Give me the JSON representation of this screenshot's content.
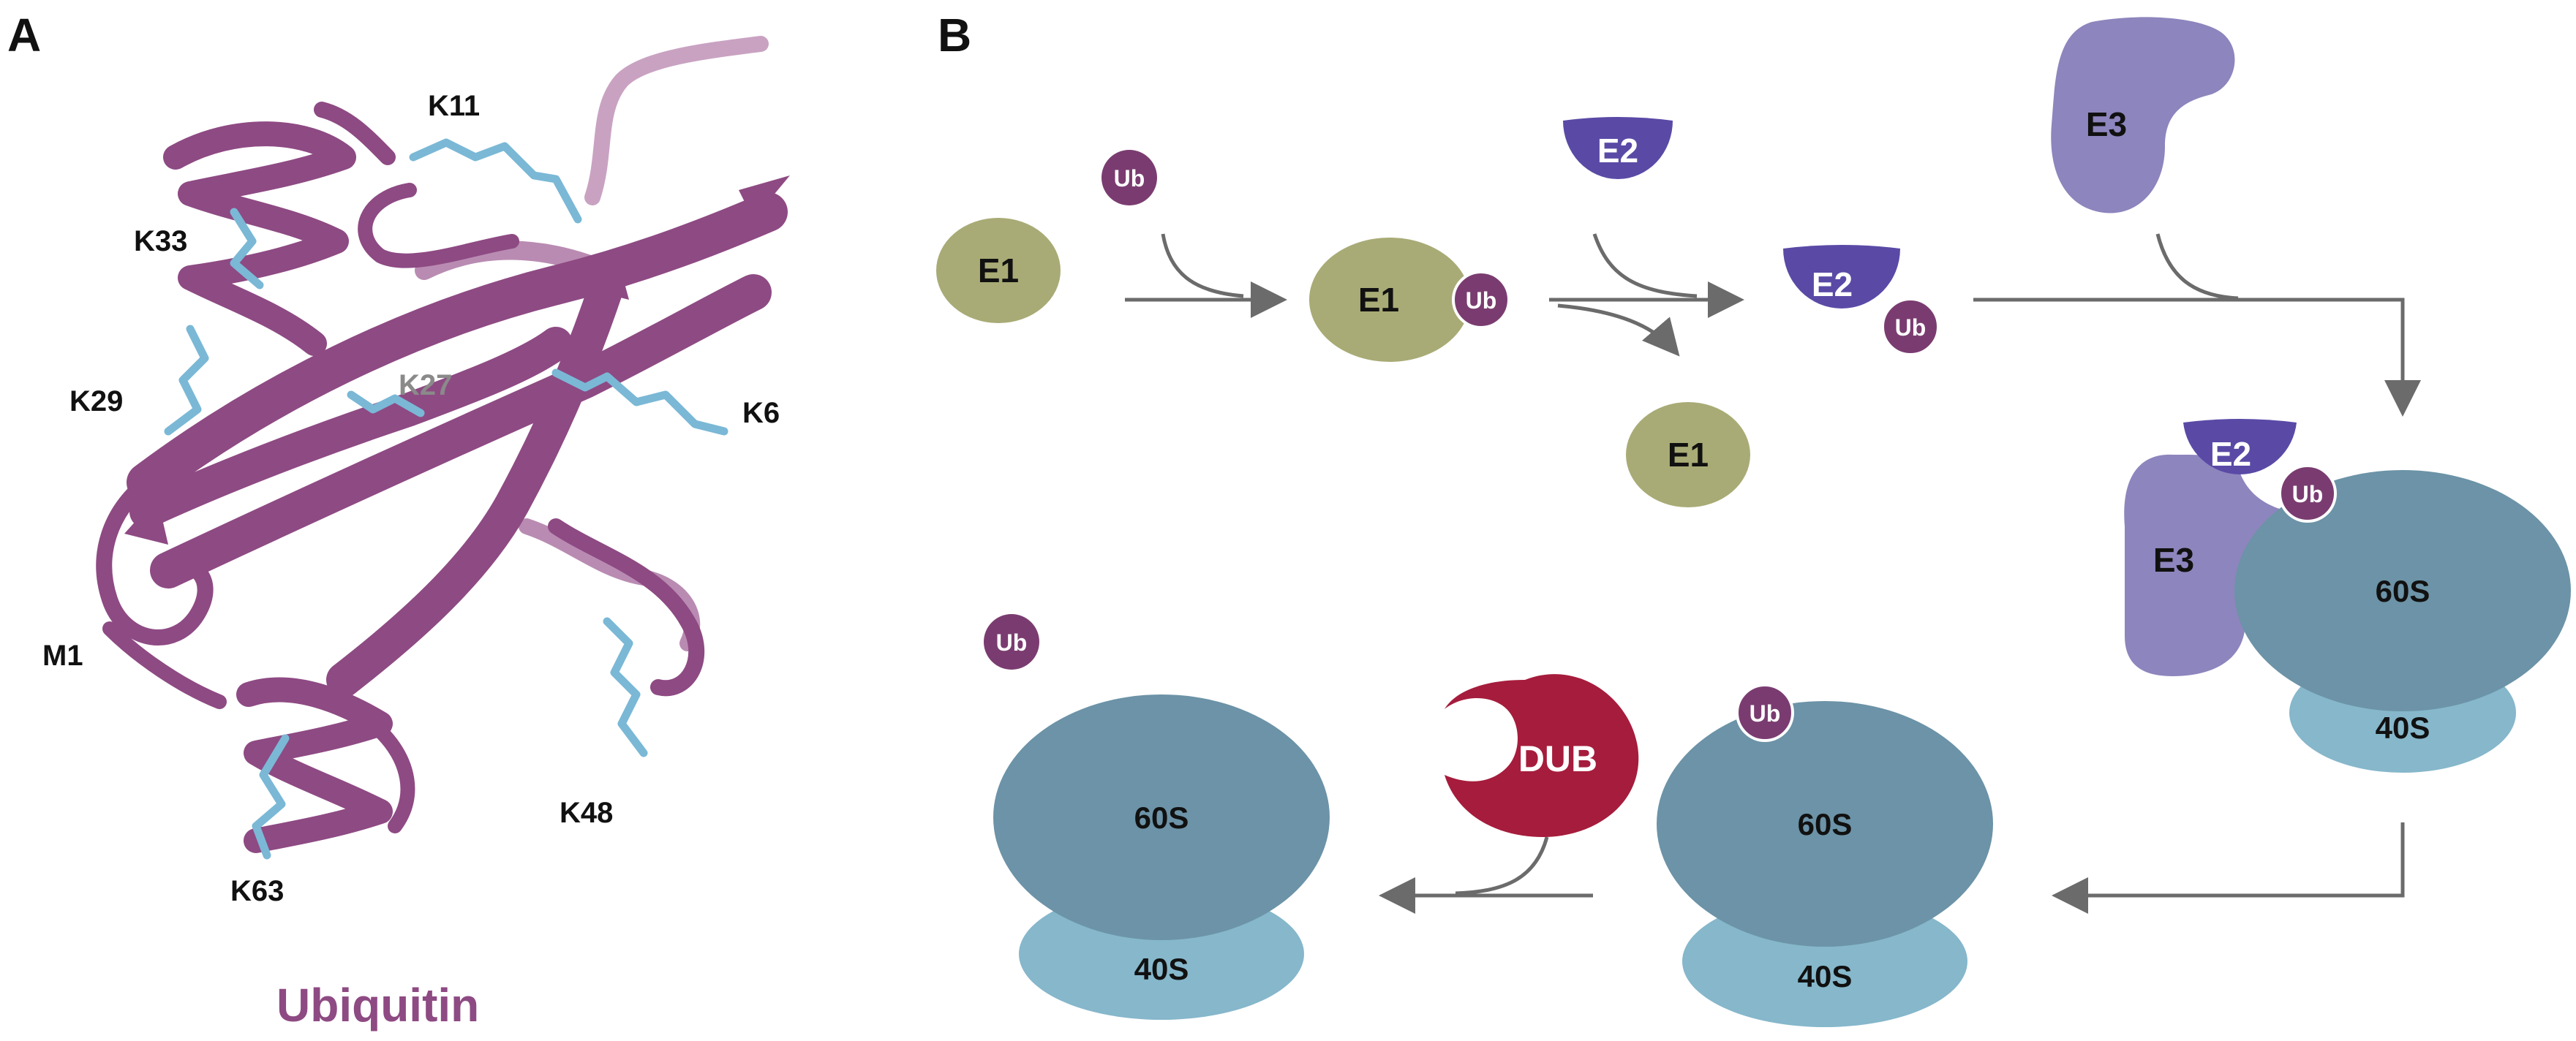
{
  "panels": {
    "a": "A",
    "b": "B"
  },
  "ubiquitin_structure": {
    "title": "Ubiquitin",
    "residues": {
      "k11": "K11",
      "k33": "K33",
      "k29": "K29",
      "k27": "K27",
      "k6": "K6",
      "m1": "M1",
      "k48": "K48",
      "k63": "K63"
    }
  },
  "cascade": {
    "e1": "E1",
    "e2": "E2",
    "e3": "E3",
    "ub": "Ub",
    "dub": "DUB",
    "subunit_large": "60S",
    "subunit_small": "40S"
  },
  "colors": {
    "ubiquitin_ribbon": "#8e4a83",
    "lysine_sticks": "#7ab8d6",
    "e1": "#a9ab76",
    "e2": "#5a4aa6",
    "e3": "#8d85bd",
    "ub_bead": "#7a3c70",
    "subunit_60s": "#6c93a7",
    "subunit_40s": "#86b7cb",
    "dub": "#a61c3c",
    "arrow": "#6b6b6b"
  }
}
